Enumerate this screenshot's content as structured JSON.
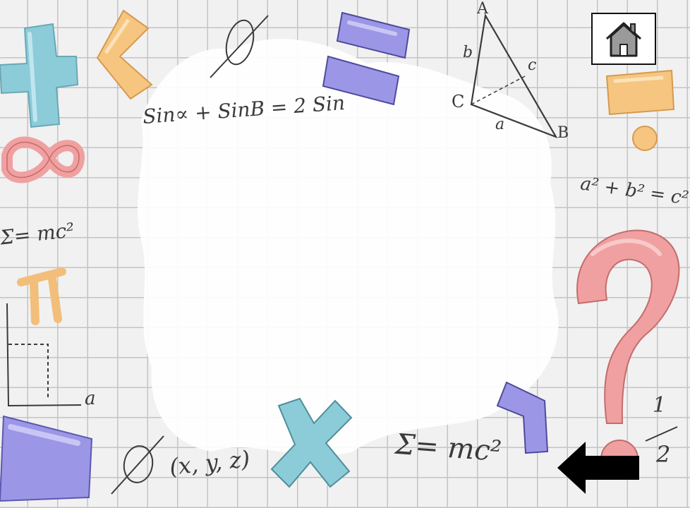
{
  "slide": {
    "formulas": {
      "trig": "Sin∝ + SinB = 2 Sin",
      "pythagoras": "a² + b² = c²",
      "emc_left": "Σ= mc²",
      "emc_bottom": "Σ= mc²",
      "coords": "(x, y, z)",
      "empty_set_top": "Ø",
      "empty_set_bottom": "Ø",
      "pi": "π",
      "fraction_num": "1",
      "fraction_den": "2",
      "graph_axis": "a"
    },
    "triangle_labels": {
      "A": "A",
      "B": "B",
      "C": "C",
      "a": "a",
      "b": "b",
      "c": "c"
    }
  },
  "colors": {
    "grid_line": "#c4c4c4",
    "background": "#f1f1f1",
    "blob": "#ffffff",
    "teal": "#8ccbd8",
    "orange": "#f6c680",
    "pink": "#f0a0a0",
    "purple": "#9b97e6",
    "nav_black": "#000000"
  },
  "icons": {
    "home": "home-icon",
    "back": "back-arrow-icon"
  }
}
